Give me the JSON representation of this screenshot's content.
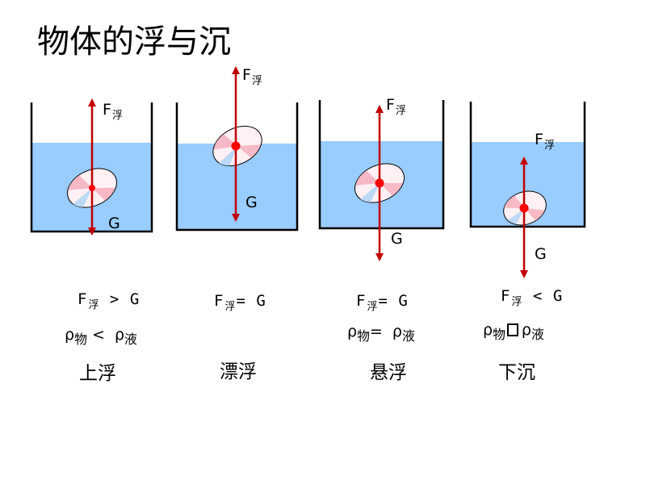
{
  "title": "物体的浮与沉",
  "colors": {
    "water": "#99ccff",
    "arrow": "#c00000",
    "dot": "#ff0000",
    "container": "#000000",
    "object_fill": "#fff0f3",
    "object_petal": "#f7b9c6"
  },
  "panels": [
    {
      "force_label": "F",
      "force_sub": "浮",
      "gravity_label": "G",
      "condition_1": {
        "lhs": "F",
        "lhs_sub": "浮",
        "rel": ">",
        "rhs": "G"
      },
      "condition_2": {
        "lhs": "ρ",
        "lhs_sub": "物",
        "rel": "<",
        "rhs": "ρ",
        "rhs_sub": "液"
      },
      "state": "上浮"
    },
    {
      "force_label": "F",
      "force_sub": "浮",
      "gravity_label": "G",
      "condition_1": {
        "lhs": "F",
        "lhs_sub": "浮",
        "rel": "=",
        "rhs": "G"
      },
      "state": "漂浮"
    },
    {
      "force_label": "F",
      "force_sub": "浮",
      "gravity_label": "G",
      "condition_1": {
        "lhs": "F",
        "lhs_sub": "浮",
        "rel": "=",
        "rhs": "G"
      },
      "condition_2": {
        "lhs": "ρ",
        "lhs_sub": "物",
        "rel": "=",
        "rhs": "ρ",
        "rhs_sub": "液"
      },
      "state": "悬浮"
    },
    {
      "force_label": "F",
      "force_sub": "浮",
      "gravity_label": "G",
      "condition_1": {
        "lhs": "F",
        "lhs_sub": "浮",
        "rel": "<",
        "rhs": "G"
      },
      "condition_2": {
        "lhs": "ρ",
        "lhs_sub": "物",
        "rhs": "ρ",
        "rhs_sub": "液"
      },
      "state": "下沉"
    }
  ]
}
